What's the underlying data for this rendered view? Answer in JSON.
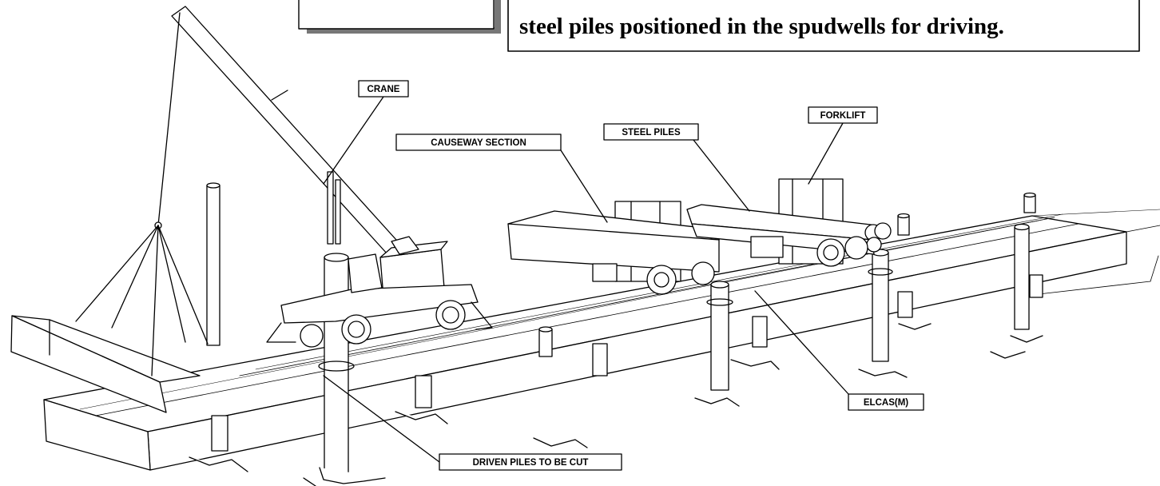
{
  "caption": {
    "text": "steel piles positioned in the spudwells for driving."
  },
  "labels": {
    "crane": "CRANE",
    "forklift": "FORKLIFT",
    "causeway_section": "CAUSEWAY SECTION",
    "steel_piles": "STEEL PILES",
    "elcas": "ELCAS(M)",
    "driven_piles": "DRIVEN PILES TO BE CUT"
  }
}
